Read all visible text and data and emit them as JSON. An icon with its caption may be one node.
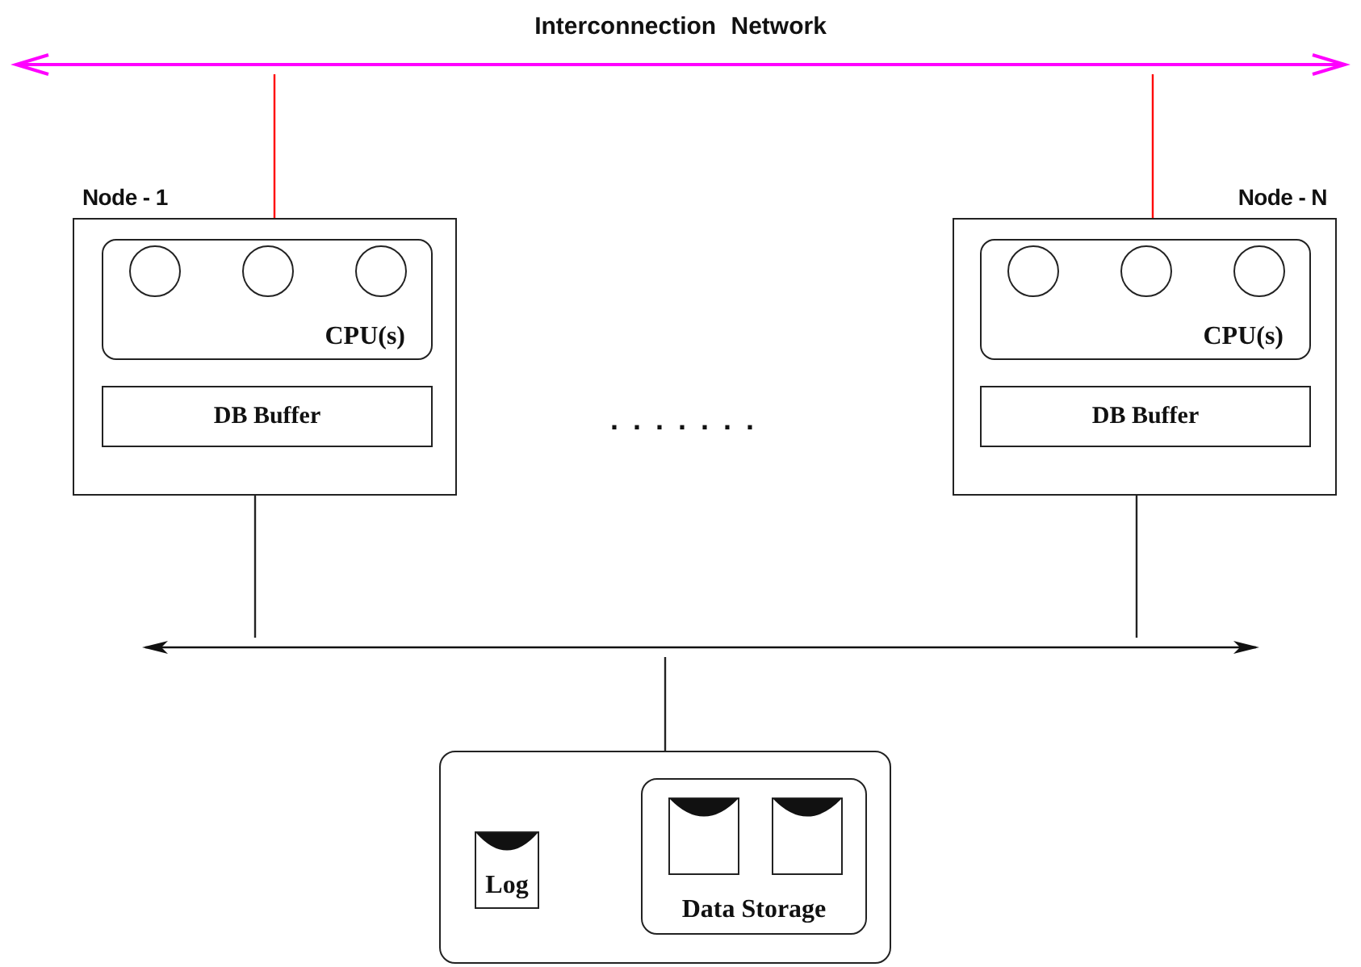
{
  "diagram": {
    "nodes": [
      {
        "text": [
          "Interconnection Network"
        ]
      },
      {
        "text": [
          "Node - 1"
        ]
      },
      {
        "text": [
          "CPU(s)"
        ],
        "in": 1
      },
      {
        "text": [],
        "shape": "circle",
        "in": 2
      },
      {
        "text": [],
        "shape": "circle",
        "in": 2
      },
      {
        "text": [],
        "shape": "circle",
        "in": 2
      },
      {
        "text": [
          "DB Buffer"
        ],
        "in": 1
      },
      {
        "text": [
          "Node - N"
        ]
      },
      {
        "text": [
          "CPU(s)"
        ],
        "in": 7
      },
      {
        "text": [],
        "shape": "circle",
        "in": 8
      },
      {
        "text": [],
        "shape": "circle",
        "in": 8
      },
      {
        "text": [],
        "shape": "circle",
        "in": 8
      },
      {
        "text": [
          "DB Buffer"
        ],
        "in": 7
      },
      {
        "text": [],
        "shape": "bar"
      },
      {
        "text": [],
        "shape": "box"
      },
      {
        "text": [
          "Log"
        ],
        "in": 14
      },
      {
        "text": [
          "Data Storage"
        ],
        "in": 14
      },
      {
        "text": [],
        "shape": "cylinder",
        "in": 16
      },
      {
        "text": [],
        "shape": "cylinder",
        "in": 16
      }
    ],
    "edges": [
      {
        "from": 0,
        "to": 1,
        "arrow": "none",
        "color": "#ff0000"
      },
      {
        "from": 0,
        "to": 7,
        "arrow": "none",
        "color": "#ff0000"
      },
      {
        "from": 1,
        "to": 13,
        "arrow": "none"
      },
      {
        "from": 7,
        "to": 13,
        "arrow": "none"
      },
      {
        "from": 13,
        "to": 14,
        "arrow": "none"
      }
    ],
    "labels": [
      ". . . . . . ."
    ]
  }
}
